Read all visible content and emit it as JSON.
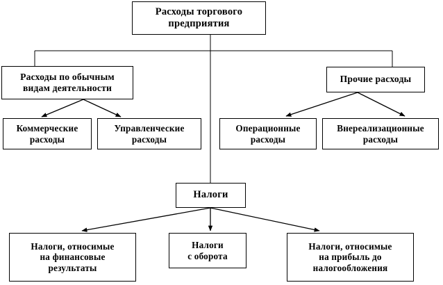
{
  "diagram": {
    "title": "Расходы торгового предприятия",
    "type": "hierarchy-tree",
    "orientation": "top-down",
    "line_color": "#000000",
    "box_fill": "#ffffff",
    "text_color": "#000000",
    "nodes": [
      {
        "id": "root",
        "label": "Расходы торгового\nпредприятия",
        "level": 0
      },
      {
        "id": "ordinary",
        "label": "Расходы по обычным\nвидам деятельности",
        "level": 1
      },
      {
        "id": "other",
        "label": "Прочие расходы",
        "level": 1
      },
      {
        "id": "commercial",
        "label": "Коммерческие\nрасходы",
        "level": 2
      },
      {
        "id": "managerial",
        "label": "Управленческие\nрасходы",
        "level": 2
      },
      {
        "id": "operational",
        "label": "Операционные\nрасходы",
        "level": 2
      },
      {
        "id": "non-operating",
        "label": "Внереализационные\nрасходы",
        "level": 2
      },
      {
        "id": "taxes",
        "label": "Налоги",
        "level": 3
      },
      {
        "id": "taxes-financial",
        "label": "Налоги, относимые\nна финансовые\nрезультаты",
        "level": 4
      },
      {
        "id": "taxes-turnover",
        "label": "Налоги\nс оборота",
        "level": 4
      },
      {
        "id": "taxes-profit",
        "label": "Налоги, относимые\nна прибыль до\nналогообложения",
        "level": 4
      }
    ],
    "edges": [
      {
        "from": "root",
        "to": "ordinary",
        "style": "orthogonal",
        "arrow": false
      },
      {
        "from": "root",
        "to": "other",
        "style": "orthogonal",
        "arrow": false
      },
      {
        "from": "root",
        "to": "taxes",
        "style": "straight",
        "arrow": false
      },
      {
        "from": "ordinary",
        "to": "commercial",
        "style": "diagonal",
        "arrow": true
      },
      {
        "from": "ordinary",
        "to": "managerial",
        "style": "diagonal",
        "arrow": true
      },
      {
        "from": "other",
        "to": "operational",
        "style": "diagonal",
        "arrow": true
      },
      {
        "from": "other",
        "to": "non-operating",
        "style": "diagonal",
        "arrow": true
      },
      {
        "from": "taxes",
        "to": "taxes-financial",
        "style": "diagonal",
        "arrow": true
      },
      {
        "from": "taxes",
        "to": "taxes-turnover",
        "style": "straight",
        "arrow": true
      },
      {
        "from": "taxes",
        "to": "taxes-profit",
        "style": "diagonal",
        "arrow": true
      }
    ]
  }
}
